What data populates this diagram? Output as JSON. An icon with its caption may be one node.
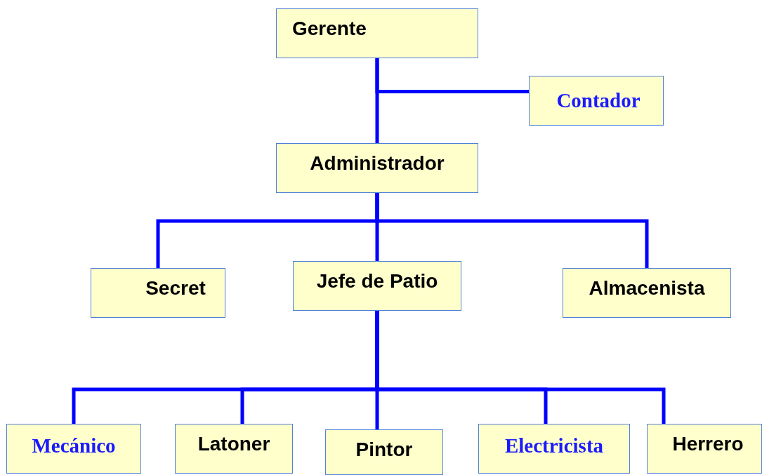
{
  "diagram": {
    "nodes": [
      {
        "text": [
          "Gerente"
        ]
      },
      {
        "text": [
          "Contador"
        ]
      },
      {
        "text": [
          "Administrador"
        ]
      },
      {
        "text": [
          "Secret"
        ]
      },
      {
        "text": [
          "Jefe de Patio"
        ]
      },
      {
        "text": [
          "Almacenista"
        ]
      },
      {
        "text": [
          "Mecánico"
        ]
      },
      {
        "text": [
          "Latoner"
        ]
      },
      {
        "text": [
          "Pintor"
        ]
      },
      {
        "text": [
          "Electricista"
        ]
      },
      {
        "text": [
          "Herrero"
        ]
      }
    ],
    "edges": [
      {
        "from": 0,
        "to": 2,
        "arrow": "none"
      },
      {
        "from": 0,
        "to": 1,
        "arrow": "none"
      },
      {
        "from": 2,
        "to": 3,
        "arrow": "none"
      },
      {
        "from": 2,
        "to": 4,
        "arrow": "none"
      },
      {
        "from": 2,
        "to": 5,
        "arrow": "none"
      },
      {
        "from": 4,
        "to": 6,
        "arrow": "none"
      },
      {
        "from": 4,
        "to": 7,
        "arrow": "none"
      },
      {
        "from": 4,
        "to": 8,
        "arrow": "none"
      },
      {
        "from": 4,
        "to": 9,
        "arrow": "none"
      },
      {
        "from": 4,
        "to": 10,
        "arrow": "none"
      }
    ]
  }
}
